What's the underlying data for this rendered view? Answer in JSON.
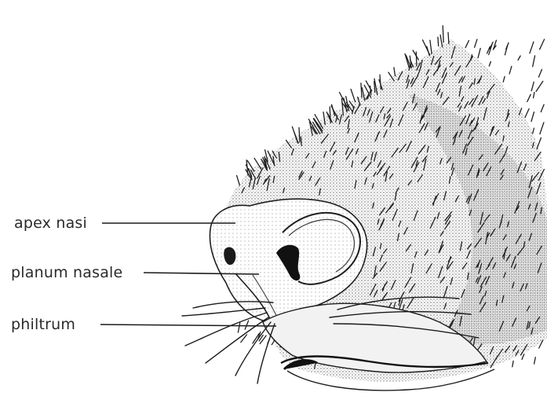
{
  "diagram": {
    "labels": {
      "apex_nasi": "apex nasi",
      "planum_nasale": "planum nasale",
      "philtrum": "philtrum"
    }
  }
}
